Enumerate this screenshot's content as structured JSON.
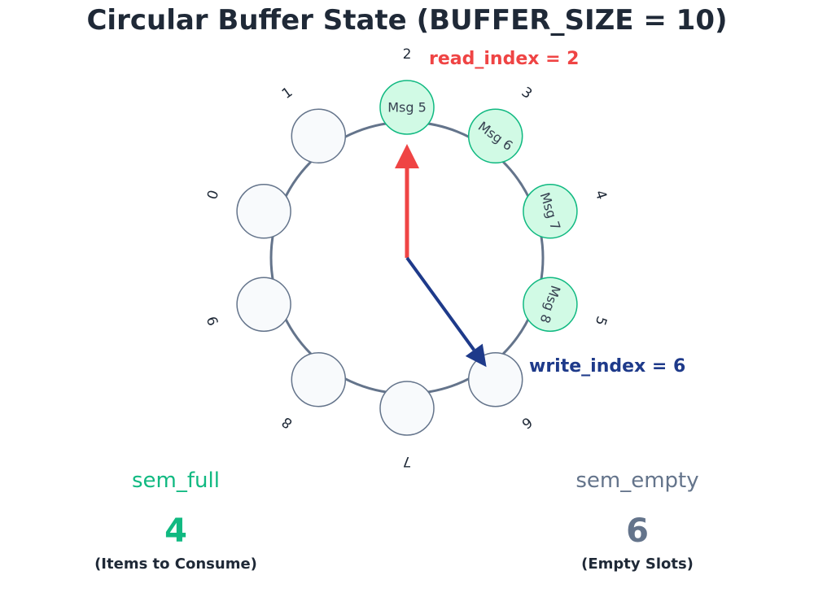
{
  "title": "Circular Buffer State (BUFFER_SIZE = 10)",
  "colors": {
    "ring": "#64748b",
    "filled_fill": "#d1fae5",
    "filled_stroke": "#10b981",
    "empty_fill": "#f8fafc",
    "empty_stroke": "#64748b",
    "read": "#ef4444",
    "write": "#1e3a8a",
    "sem_full": "#10b981",
    "sem_empty": "#64748b"
  },
  "buffer": {
    "size": 10,
    "slots": [
      {
        "index": "0",
        "message": ""
      },
      {
        "index": "1",
        "message": ""
      },
      {
        "index": "2",
        "message": "Msg 5"
      },
      {
        "index": "3",
        "message": "Msg 6"
      },
      {
        "index": "4",
        "message": "Msg 7"
      },
      {
        "index": "5",
        "message": "Msg 8"
      },
      {
        "index": "6",
        "message": ""
      },
      {
        "index": "7",
        "message": ""
      },
      {
        "index": "8",
        "message": ""
      },
      {
        "index": "9",
        "message": ""
      }
    ]
  },
  "read_pointer": {
    "label": "read_index = 2",
    "index": 2
  },
  "write_pointer": {
    "label": "write_index = 6",
    "index": 6
  },
  "sem_full": {
    "name": "sem_full",
    "value": "4",
    "description": "(Items to Consume)"
  },
  "sem_empty": {
    "name": "sem_empty",
    "value": "6",
    "description": "(Empty Slots)"
  }
}
